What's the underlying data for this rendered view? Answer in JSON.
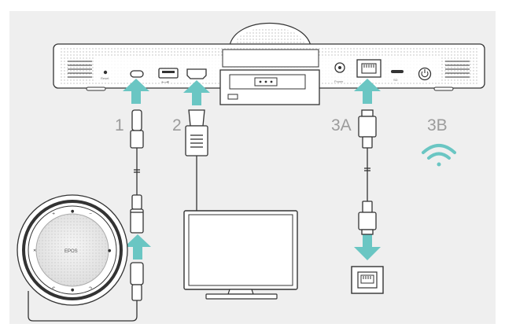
{
  "diagram": {
    "steps": {
      "usb_c": "1",
      "hdmi": "2",
      "ethernet": "3A",
      "wifi": "3B"
    },
    "port_labels": {
      "reset": "Reset",
      "power": "Power",
      "microsd": "SD"
    },
    "speakerphone_brand": "EPOS",
    "colors": {
      "arrow": "#6ac6c3",
      "panel_background": "#efefef",
      "wifi": "#6ac6c3",
      "step_label": "#9b9b9b"
    }
  }
}
